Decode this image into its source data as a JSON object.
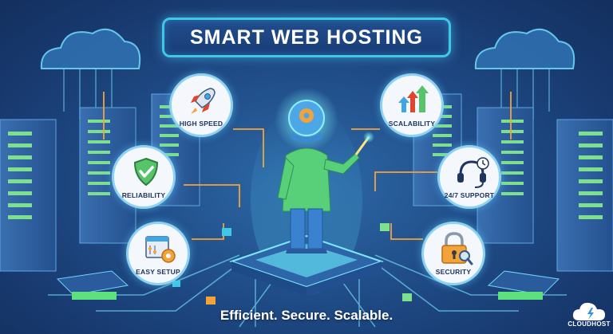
{
  "title": "SMART WEB HOSTING",
  "features": [
    {
      "label": "HIGH SPEED",
      "icon": "rocket-icon"
    },
    {
      "label": "RELIABILITY",
      "icon": "shield-check-icon"
    },
    {
      "label": "EASY SETUP",
      "icon": "settings-window-icon"
    },
    {
      "label": "SCALABILITY",
      "icon": "growth-arrows-icon"
    },
    {
      "label": "24/7 SUPPORT",
      "icon": "headset-clock-icon"
    },
    {
      "label": "SECURITY",
      "icon": "padlock-magnifier-icon"
    }
  ],
  "tagline": "Efficient. Secure. Scalable.",
  "logo": {
    "text": "CLOUDHOST",
    "icon": "cloud-lightning-icon"
  },
  "colors": {
    "background": "#1f4b86",
    "accent": "#3fc8e6",
    "circuit": "#f2a33a",
    "figure": "#58d07a"
  }
}
